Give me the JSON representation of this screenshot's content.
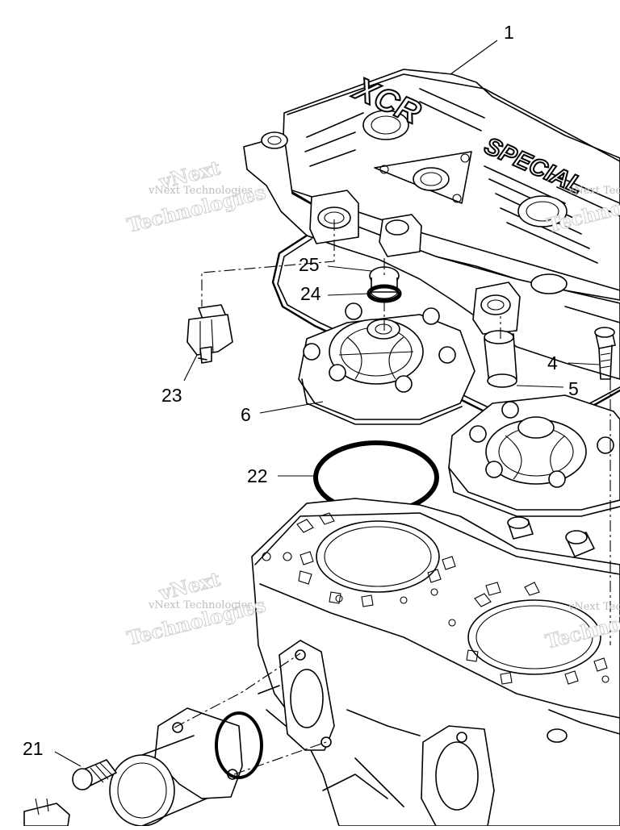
{
  "diagram": {
    "brand_text_1": "XCR",
    "brand_text_2": "SPECIAL",
    "watermark_small": "vNext Technologies",
    "watermark_big_1": "vNext",
    "watermark_big_2": "Technologies",
    "callouts": {
      "c1": "1",
      "c4": "4",
      "c5": "5",
      "c6": "6",
      "c21": "21",
      "c22": "22",
      "c23": "23",
      "c24": "24",
      "c25": "25"
    }
  }
}
